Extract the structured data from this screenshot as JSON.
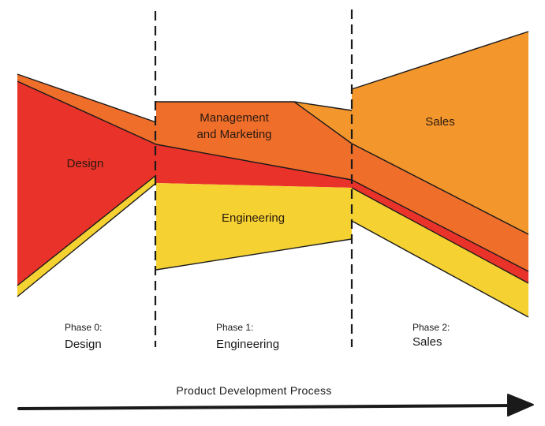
{
  "bands": {
    "design": {
      "label": "Design",
      "color": "#e8322a"
    },
    "management": {
      "label_line1": "Management",
      "label_line2": "and Marketing",
      "color": "#ef6e2a"
    },
    "engineering": {
      "label": "Engineering",
      "color": "#f5d232"
    },
    "sales": {
      "label": "Sales",
      "color": "#f3962c"
    }
  },
  "phases": [
    {
      "caption": "Phase 0:",
      "name": "Design"
    },
    {
      "caption": "Phase 1:",
      "name": "Engineering"
    },
    {
      "caption": "Phase 2:",
      "name": "Sales"
    }
  ],
  "process": {
    "label": "Product Development Process"
  },
  "colors": {
    "outline": "#1a1a1a",
    "background": "#ffffff"
  }
}
